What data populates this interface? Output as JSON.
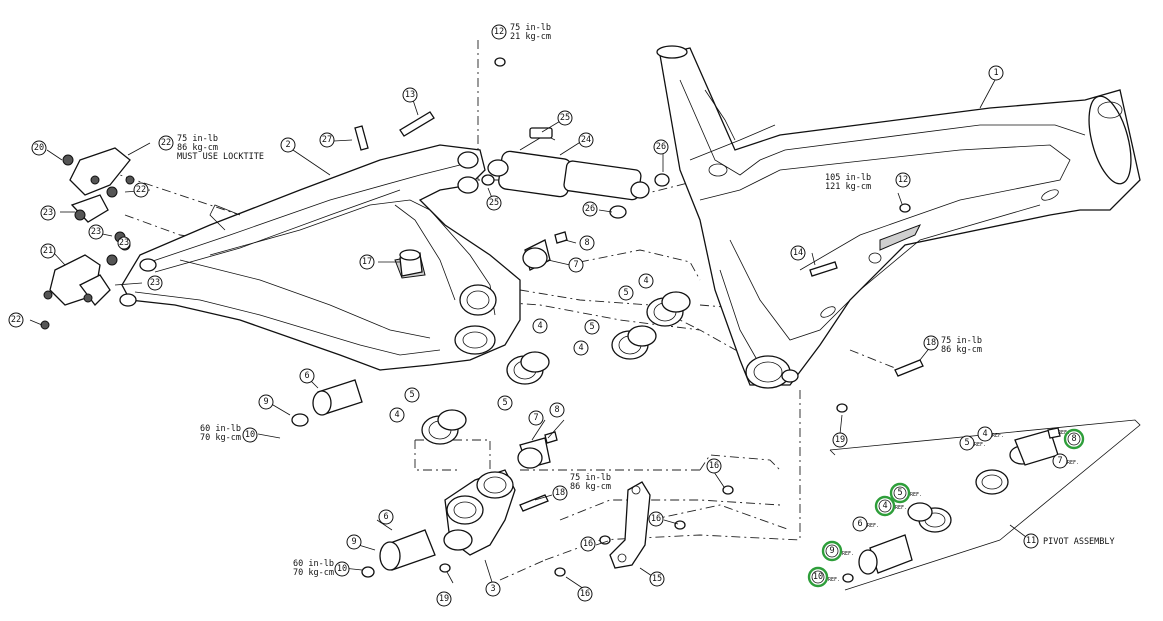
{
  "colors": {
    "line": "#111111",
    "highlight": "#2e9e3a",
    "background": "#ffffff"
  },
  "callouts": {
    "c1": "1",
    "c2": "2",
    "c3": "3",
    "c4a": "4",
    "c4b": "4",
    "c4c": "4",
    "c4d": "4",
    "c4e": "4",
    "c4f": "4",
    "c5a": "5",
    "c5b": "5",
    "c5c": "5",
    "c5d": "5",
    "c5e": "5",
    "c5f": "5",
    "c6a": "6",
    "c6b": "6",
    "c6c": "6",
    "c7a": "7",
    "c7b": "7",
    "c7c": "7",
    "c8a": "8",
    "c8b": "8",
    "c8c": "8",
    "c9a": "9",
    "c9b": "9",
    "c9c": "9",
    "c10a": "10",
    "c10b": "10",
    "c10c": "10",
    "c11": "11",
    "c12a": "12",
    "c12b": "12",
    "c13": "13",
    "c14": "14",
    "c15": "15",
    "c16a": "16",
    "c16b": "16",
    "c16c": "16",
    "c16d": "16",
    "c17": "17",
    "c18a": "18",
    "c18b": "18",
    "c19a": "19",
    "c19b": "19",
    "c20": "20",
    "c21": "21",
    "c22a": "22",
    "c22b": "22",
    "c22c": "22",
    "c23a": "23",
    "c23b": "23",
    "c23c": "23",
    "c23d": "23",
    "c24": "24",
    "c25a": "25",
    "c25b": "25",
    "c26a": "26",
    "c26b": "26",
    "c27": "27"
  },
  "ref_marks": {
    "r4": "REF.",
    "r5": "REF.",
    "r6": "REF.",
    "r7": "REF.",
    "r8": "REF.",
    "r9": "REF.",
    "r10": "REF.",
    "r4b": "REF.",
    "r5b": "REF."
  },
  "torque_notes": {
    "top_l1": "75 in-lb",
    "top_l2": "21 kg-cm",
    "dropout_l1": "75 in-lb",
    "dropout_l2": "86 kg-cm",
    "dropout_l3": "MUST USE LOCKTITE",
    "front_l1": "105 in-lb",
    "front_l2": "121 kg-cm",
    "bb_l1": "75 in-lb",
    "bb_l2": "86 kg-cm",
    "mid_l1": "75 in-lb",
    "mid_l2": "86 kg-cm",
    "upper_pivot_l1": "60 in-lb",
    "upper_pivot_l2": "70 kg-cm",
    "lower_pivot_l1": "60 in-lb",
    "lower_pivot_l2": "70 kg-cm"
  },
  "labels": {
    "pivot_assembly": "PIVOT ASSEMBLY"
  }
}
